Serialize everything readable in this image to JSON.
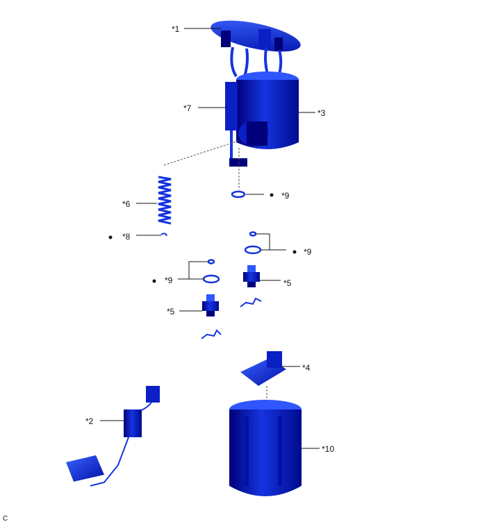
{
  "colors": {
    "part_dark": "#00007a",
    "part_mid": "#0a1fc4",
    "part_light": "#2f56ff",
    "line": "#111111"
  },
  "labels": {
    "l1": "*1",
    "l2": "*2",
    "l3": "*3",
    "l4": "*4",
    "l5a": "*5",
    "l5b": "*5",
    "l6": "*6",
    "l7": "*7",
    "l8": "*8",
    "l9a": "*9",
    "l9b": "*9",
    "l9c": "*9",
    "l10": "*10"
  },
  "corner_code": "C"
}
